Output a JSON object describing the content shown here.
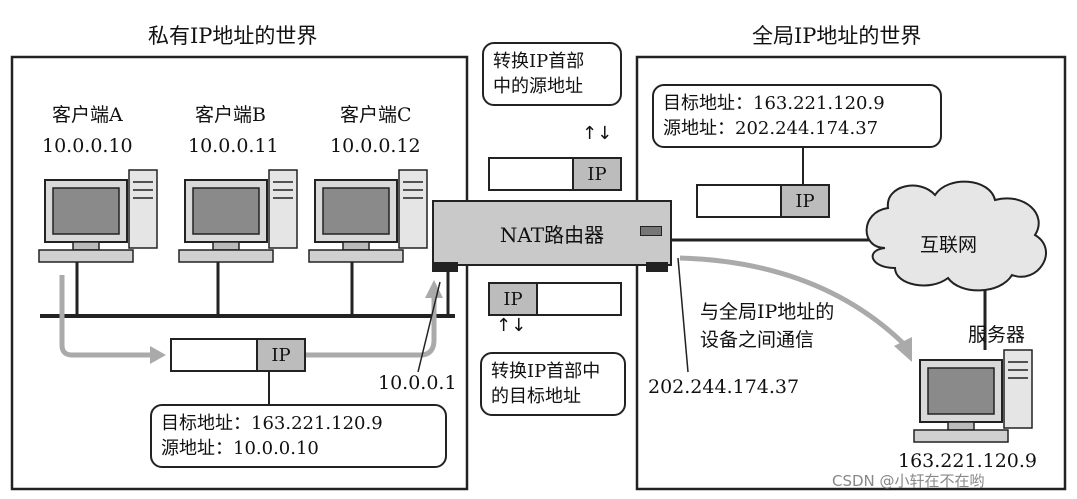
{
  "private_world": {
    "title": "私有IP地址的世界",
    "clients": [
      {
        "name": "客户端A",
        "ip": "10.0.0.10"
      },
      {
        "name": "客户端B",
        "ip": "10.0.0.11"
      },
      {
        "name": "客户端C",
        "ip": "10.0.0.12"
      }
    ],
    "packet_label": "IP",
    "bubble": {
      "line1": "目标地址：163.221.120.9",
      "line2": "源地址：10.0.0.10"
    },
    "router_lan_ip": "10.0.0.1"
  },
  "router": {
    "label": "NAT路由器",
    "top_note": {
      "line1": "转换IP首部",
      "line2": "中的源地址"
    },
    "bottom_note": {
      "line1": "转换IP首部中",
      "line2": "的目标地址"
    },
    "packet_label": "IP",
    "arrows": "↑↓"
  },
  "global_world": {
    "title": "全局IP地址的世界",
    "bubble": {
      "line1": "目标地址：163.221.120.9",
      "line2": "源地址：202.244.174.37"
    },
    "packet_label": "IP",
    "internet_label": "互联网",
    "note": {
      "line1": "与全局IP地址的",
      "line2": "设备之间通信"
    },
    "router_wan_ip": "202.244.174.37",
    "server": {
      "name": "服务器",
      "ip": "163.221.120.9"
    }
  },
  "watermark": "CSDN @小轩在不在哟",
  "colors": {
    "packet_ip": "#bcbcbc",
    "router": "#c9c9c9",
    "flow_arrow": "#aaaaaa",
    "cloud": "#e6e6e6",
    "screen": "#8a8a8a"
  }
}
